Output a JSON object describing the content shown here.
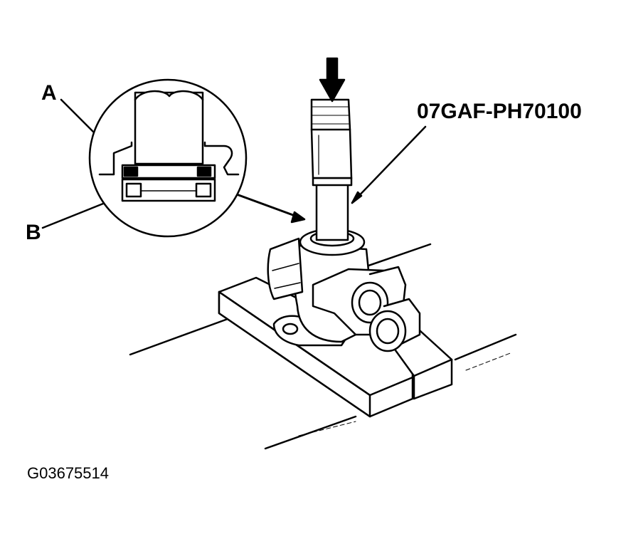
{
  "labels": {
    "a": "A",
    "b": "B",
    "tool": "07GAF-PH70100",
    "figure_code": "G03675514"
  },
  "colors": {
    "ink": "#000000",
    "paper": "#ffffff"
  }
}
